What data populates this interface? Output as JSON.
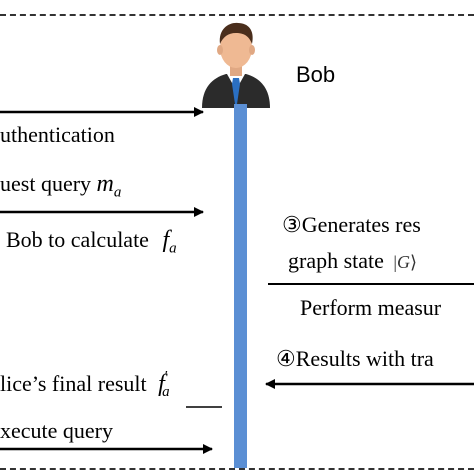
{
  "actor": {
    "name": "Bob"
  },
  "left_messages": {
    "authentication": "uthentication",
    "request_query_text": "uest query",
    "request_query_symbol": "m",
    "request_query_sub": "a",
    "bob_calculate_text": "Bob to calculate",
    "bob_calculate_symbol": "f",
    "bob_calculate_sub": "a",
    "final_result_text": "lice’s final result",
    "final_result_symbol": "f",
    "final_result_prime": "′",
    "final_result_sub": "a",
    "execute_query": "xecute query"
  },
  "right_messages": {
    "generates_text": "③Generates res",
    "graph_state_text": "graph state",
    "graph_state_symbol": "G",
    "perform_measure": "Perform measur",
    "results_text": "④Results with tra"
  },
  "colors": {
    "lifeline": "#5b8fd4",
    "arrow": "#000000",
    "dashed_border": "#333333"
  }
}
